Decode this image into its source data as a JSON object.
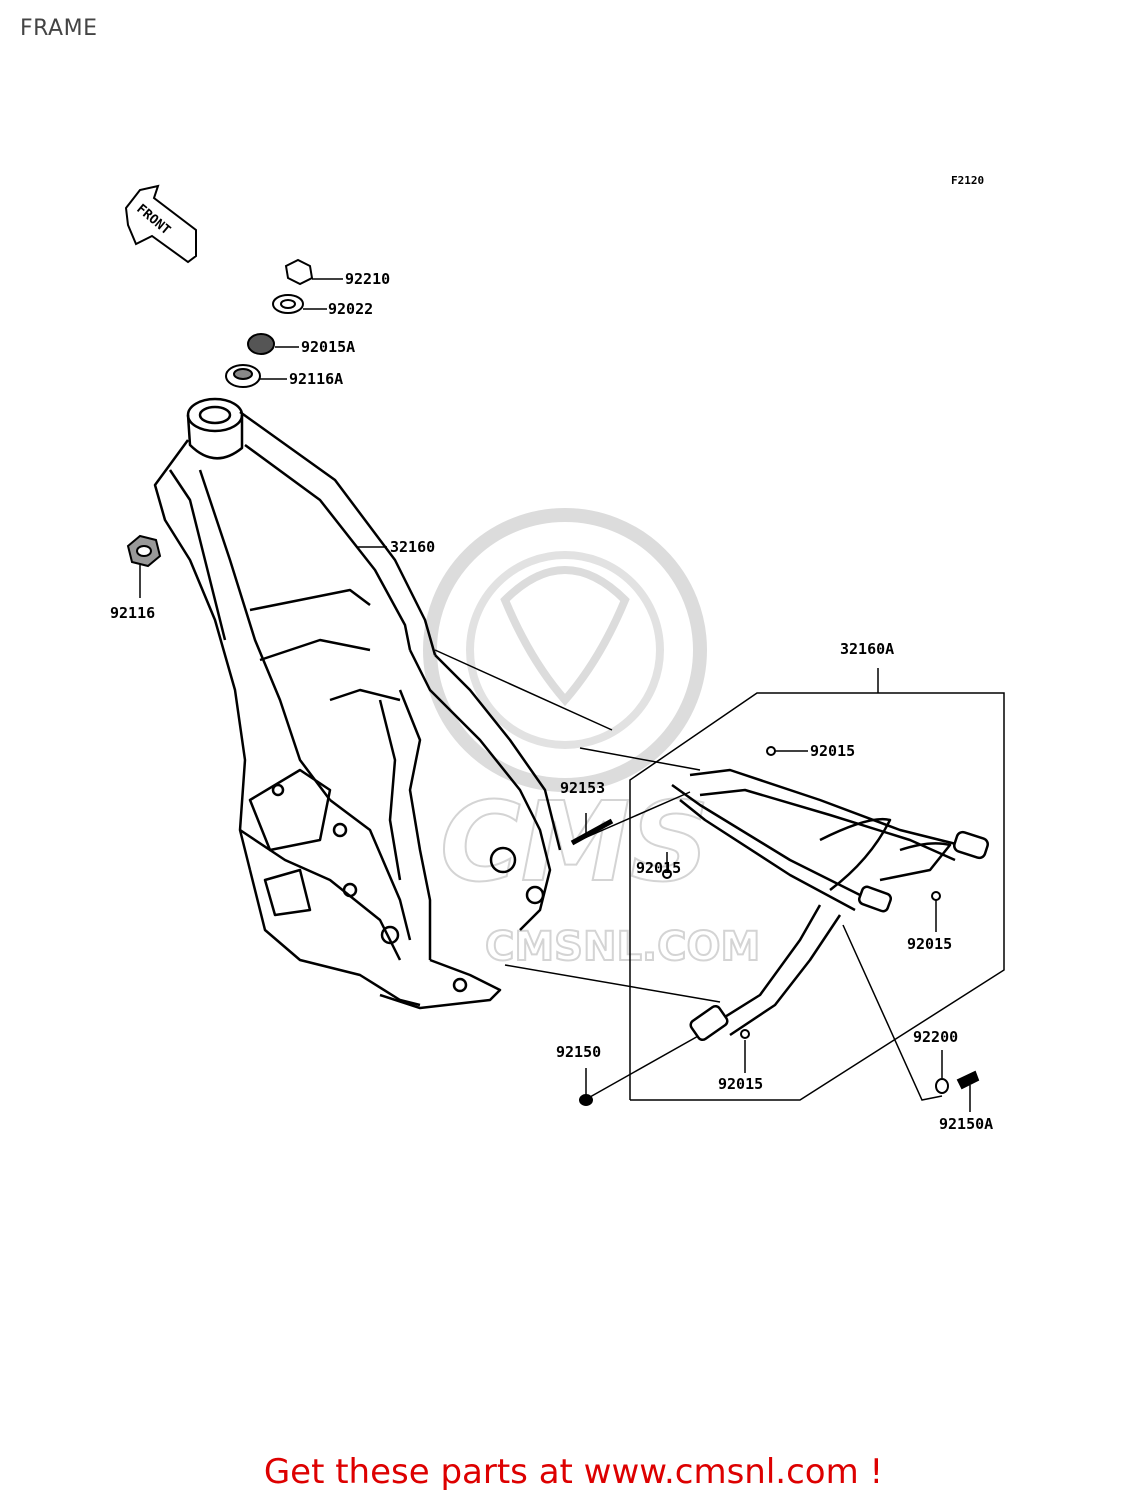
{
  "title": "FRAME",
  "diagram_code": "F2120",
  "front_label": "FRONT",
  "watermark": "CMSNL.COM",
  "parts": {
    "p92210": "92210",
    "p92022": "92022",
    "p92015A": "92015A",
    "p92116A": "92116A",
    "p32160": "32160",
    "p92116": "92116",
    "p32160A": "32160A",
    "p92015_top": "92015",
    "p92153": "92153",
    "p92015_mid": "92015",
    "p92015_right": "92015",
    "p92150": "92150",
    "p92015_bottom": "92015",
    "p92200": "92200",
    "p92150A": "92150A"
  },
  "footer": "Get these parts at www.cmsnl.com !",
  "colors": {
    "footer": "#dd0000",
    "line": "#000000",
    "watermark": "#d4d4d4"
  }
}
